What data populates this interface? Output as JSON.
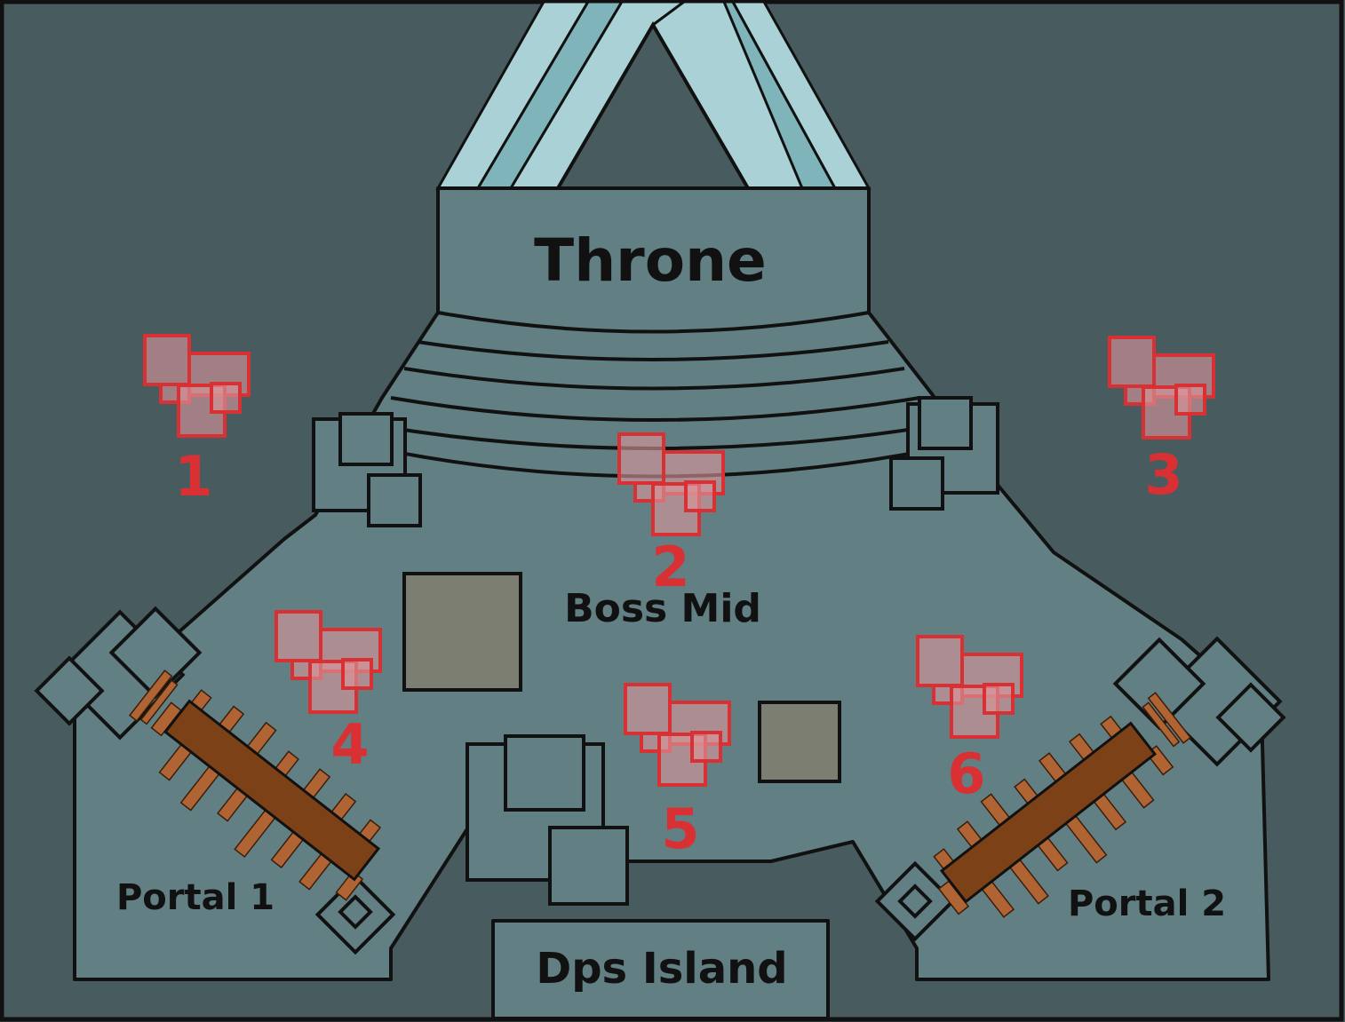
{
  "map": {
    "areas": {
      "throne": "Throne",
      "boss_mid": "Boss Mid",
      "portal_1": "Portal 1",
      "portal_2": "Portal 2",
      "dps_island": "Dps Island"
    },
    "markers": [
      {
        "id": "marker-1",
        "label": "1"
      },
      {
        "id": "marker-2",
        "label": "2"
      },
      {
        "id": "marker-3",
        "label": "3"
      },
      {
        "id": "marker-4",
        "label": "4"
      },
      {
        "id": "marker-5",
        "label": "5"
      },
      {
        "id": "marker-6",
        "label": "6"
      }
    ],
    "marker_icon": "damage-zone-icon",
    "colors": {
      "void": "#485b5f",
      "platform": "#627f83",
      "pillar": "#7b7e70",
      "marker": "#d93034",
      "marker_fill": "#da969b",
      "beam_light": "#a9d1d6",
      "beam_dark": "#7fb4bb",
      "bridge": "#7d4117",
      "bridge_slat": "#b06434"
    }
  }
}
